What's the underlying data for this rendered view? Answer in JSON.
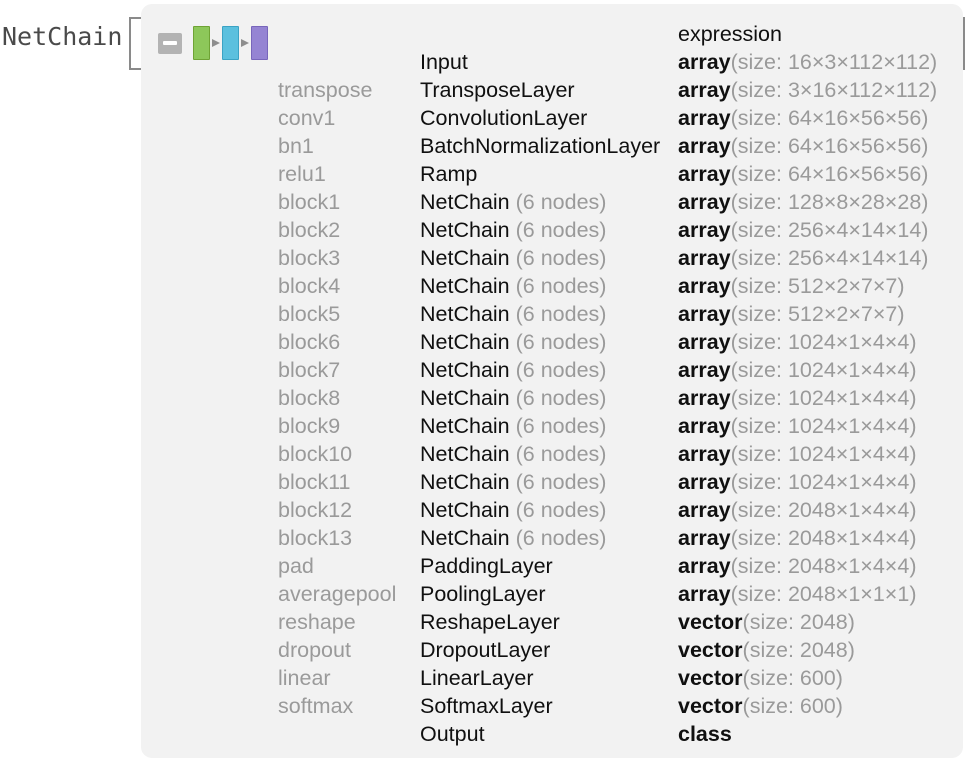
{
  "head": {
    "label": "NetChain",
    "bracket_left": "[",
    "bracket_right": "]"
  },
  "icon": {
    "collapse": "minus",
    "chips": [
      "green",
      "blue",
      "purple"
    ],
    "colors": {
      "green": "#8dc75a",
      "green_border": "#6fa335",
      "blue": "#5bc0de",
      "blue_border": "#3ba3c4",
      "purple": "#9584d3",
      "purple_border": "#7866bb",
      "button": "#b3b3b3",
      "panel": "#f2f2f2",
      "bracket": "#8a8a8a"
    }
  },
  "table": {
    "headers": {
      "name": "",
      "type": "",
      "expression": "expression"
    },
    "rows": [
      {
        "name": "",
        "type": "Input",
        "type_note": "",
        "expr": "array",
        "expr_note": "(size: 16×3×112×112)"
      },
      {
        "name": "transpose",
        "type": "TransposeLayer",
        "type_note": "",
        "expr": "array",
        "expr_note": "(size: 3×16×112×112)"
      },
      {
        "name": "conv1",
        "type": "ConvolutionLayer",
        "type_note": "",
        "expr": "array",
        "expr_note": "(size: 64×16×56×56)"
      },
      {
        "name": "bn1",
        "type": "BatchNormalizationLayer",
        "type_note": "",
        "expr": "array",
        "expr_note": "(size: 64×16×56×56)"
      },
      {
        "name": "relu1",
        "type": "Ramp",
        "type_note": "",
        "expr": "array",
        "expr_note": "(size: 64×16×56×56)"
      },
      {
        "name": "block1",
        "type": "NetChain",
        "type_note": "(6 nodes)",
        "expr": "array",
        "expr_note": "(size: 128×8×28×28)"
      },
      {
        "name": "block2",
        "type": "NetChain",
        "type_note": "(6 nodes)",
        "expr": "array",
        "expr_note": "(size: 256×4×14×14)"
      },
      {
        "name": "block3",
        "type": "NetChain",
        "type_note": "(6 nodes)",
        "expr": "array",
        "expr_note": "(size: 256×4×14×14)"
      },
      {
        "name": "block4",
        "type": "NetChain",
        "type_note": "(6 nodes)",
        "expr": "array",
        "expr_note": "(size: 512×2×7×7)"
      },
      {
        "name": "block5",
        "type": "NetChain",
        "type_note": "(6 nodes)",
        "expr": "array",
        "expr_note": "(size: 512×2×7×7)"
      },
      {
        "name": "block6",
        "type": "NetChain",
        "type_note": "(6 nodes)",
        "expr": "array",
        "expr_note": "(size: 1024×1×4×4)"
      },
      {
        "name": "block7",
        "type": "NetChain",
        "type_note": "(6 nodes)",
        "expr": "array",
        "expr_note": "(size: 1024×1×4×4)"
      },
      {
        "name": "block8",
        "type": "NetChain",
        "type_note": "(6 nodes)",
        "expr": "array",
        "expr_note": "(size: 1024×1×4×4)"
      },
      {
        "name": "block9",
        "type": "NetChain",
        "type_note": "(6 nodes)",
        "expr": "array",
        "expr_note": "(size: 1024×1×4×4)"
      },
      {
        "name": "block10",
        "type": "NetChain",
        "type_note": "(6 nodes)",
        "expr": "array",
        "expr_note": "(size: 1024×1×4×4)"
      },
      {
        "name": "block11",
        "type": "NetChain",
        "type_note": "(6 nodes)",
        "expr": "array",
        "expr_note": "(size: 1024×1×4×4)"
      },
      {
        "name": "block12",
        "type": "NetChain",
        "type_note": "(6 nodes)",
        "expr": "array",
        "expr_note": "(size: 2048×1×4×4)"
      },
      {
        "name": "block13",
        "type": "NetChain",
        "type_note": "(6 nodes)",
        "expr": "array",
        "expr_note": "(size: 2048×1×4×4)"
      },
      {
        "name": "pad",
        "type": "PaddingLayer",
        "type_note": "",
        "expr": "array",
        "expr_note": "(size: 2048×1×4×4)"
      },
      {
        "name": "averagepool",
        "type": "PoolingLayer",
        "type_note": "",
        "expr": "array",
        "expr_note": "(size: 2048×1×1×1)"
      },
      {
        "name": "reshape",
        "type": "ReshapeLayer",
        "type_note": "",
        "expr": "vector",
        "expr_note": "(size: 2048)"
      },
      {
        "name": "dropout",
        "type": "DropoutLayer",
        "type_note": "",
        "expr": "vector",
        "expr_note": "(size: 2048)"
      },
      {
        "name": "linear",
        "type": "LinearLayer",
        "type_note": "",
        "expr": "vector",
        "expr_note": "(size: 600)"
      },
      {
        "name": "softmax",
        "type": "SoftmaxLayer",
        "type_note": "",
        "expr": "vector",
        "expr_note": "(size: 600)"
      },
      {
        "name": "",
        "type": "Output",
        "type_note": "",
        "expr": "class",
        "expr_note": ""
      }
    ]
  }
}
